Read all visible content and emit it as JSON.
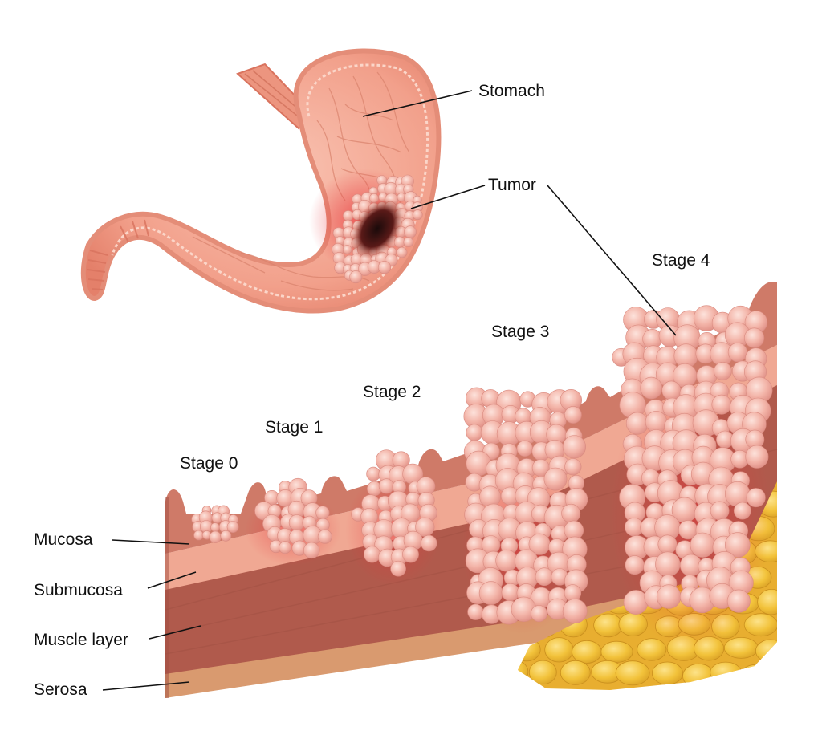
{
  "labels": {
    "stomach": "Stomach",
    "tumor": "Tumor",
    "stage_0": "Stage 0",
    "stage_1": "Stage 1",
    "stage_2": "Stage 2",
    "stage_3": "Stage 3",
    "stage_4": "Stage 4",
    "mucosa": "Mucosa",
    "submucosa": "Submucosa",
    "muscle_layer": "Muscle layer",
    "serosa": "Serosa"
  },
  "colors": {
    "mucosa": "#cf7a68",
    "submucosa": "#f0a893",
    "muscle": "#b05a4c",
    "serosa": "#d99a6f",
    "tumor": "#f2b3a9",
    "fat": "#f2c33a",
    "stomach": "#f4a58f"
  }
}
